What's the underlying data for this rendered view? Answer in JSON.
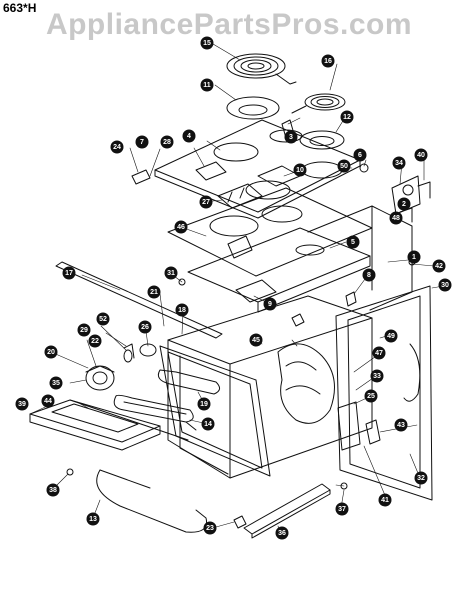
{
  "header": {
    "model": "663*H",
    "watermark": "AppliancePartsPros.com"
  },
  "callouts": [
    "1",
    "2",
    "3",
    "4",
    "5",
    "6",
    "7",
    "8",
    "9",
    "10",
    "11",
    "12",
    "13",
    "14",
    "15",
    "16",
    "17",
    "18",
    "19",
    "20",
    "21",
    "22",
    "23",
    "24",
    "25",
    "26",
    "27",
    "28",
    "29",
    "30",
    "31",
    "32",
    "33",
    "34",
    "35",
    "36",
    "37",
    "38",
    "39",
    "40",
    "41",
    "42",
    "43",
    "44",
    "45",
    "46",
    "47",
    "48",
    "49",
    "50",
    "52"
  ]
}
